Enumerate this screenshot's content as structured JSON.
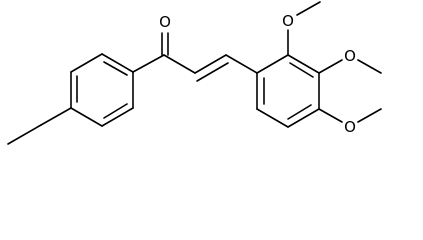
{
  "molecule": {
    "atom_labels": {
      "carbonyl_oxygen": "O",
      "methoxy_oxygen_1": "O",
      "methoxy_oxygen_2": "O",
      "methoxy_oxygen_3": "O"
    },
    "colors": {
      "bond": "#000000",
      "label": "#000000",
      "background": "#ffffff"
    }
  }
}
